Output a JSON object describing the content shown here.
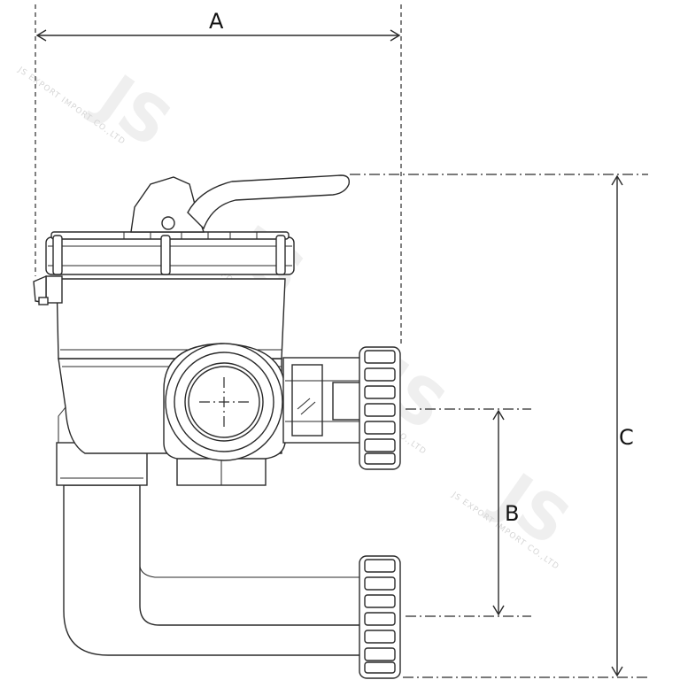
{
  "dimensions": {
    "a_label": "A",
    "b_label": "B",
    "c_label": "C"
  },
  "watermark": {
    "logo": "JS",
    "text": "JS EXPORT IMPORT CO.,LTD"
  },
  "colors": {
    "line": "#2a2a2a",
    "watermark": "#d6d6d6"
  }
}
